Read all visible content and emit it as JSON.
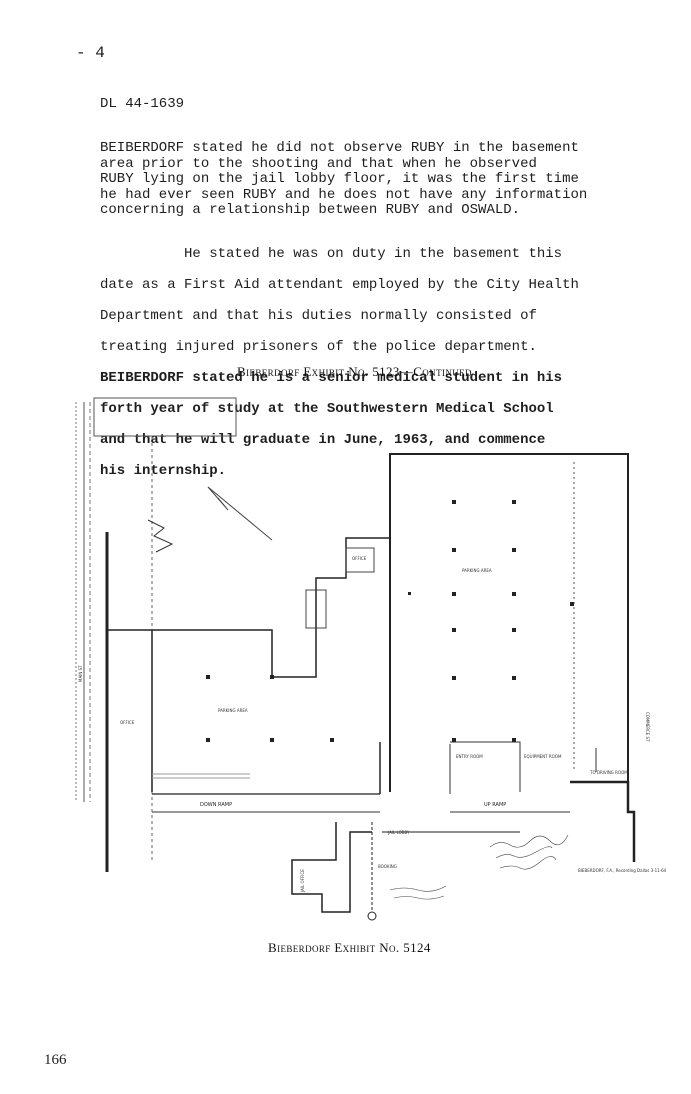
{
  "header": {
    "page_marker": "- 4",
    "file_ref": "DL 44-1639"
  },
  "body": {
    "para1": "BEIBERDORF stated he did not observe RUBY in the basement\narea prior to the shooting and that when he observed\nRUBY lying on the jail lobby floor, it was the first time\nhe had ever seen RUBY and he does not have any information\nconcerning a relationship between RUBY and OSWALD.",
    "para2_lines": [
      "          He stated he was on duty in the basement this",
      "date as a First Aid attendant employed by the City Health",
      "Department and that his duties normally consisted of",
      "treating injured prisoners of the police department.",
      "BEIBERDORF stated he is a senior medical student in his",
      "forth year of study at the Southwestern Medical School",
      "and that he will graduate in June, 1963, and commence",
      "his internship."
    ]
  },
  "captions": {
    "exhibit_5123": "Bieberdorf Exhibit No. 5123—Continued",
    "exhibit_5124": "Bieberdorf Exhibit No. 5124"
  },
  "floorplan": {
    "street_main": "MAIN ST",
    "street_commerce": "COMMERCE ST",
    "parking_area_1": "PARKING AREA",
    "parking_area_2": "PARKING AREA",
    "ramp_down": "DOWN RAMP",
    "ramp_up": "UP RAMP",
    "office_1": "OFFICE",
    "office_2": "OFFICE",
    "jail_office": "JAIL OFFICE",
    "jail_lobby": "JAIL LOBBY",
    "booking": "BOOKING",
    "equipment_room": "EQUIPMENT ROOM",
    "entry_room": "ENTRY ROOM",
    "driving_room": "TO DRIVING ROOM",
    "signature_note": "BIEBERDORF, F.A., Recording Dallas 3-11-64"
  },
  "footer": {
    "page_number": "166"
  }
}
